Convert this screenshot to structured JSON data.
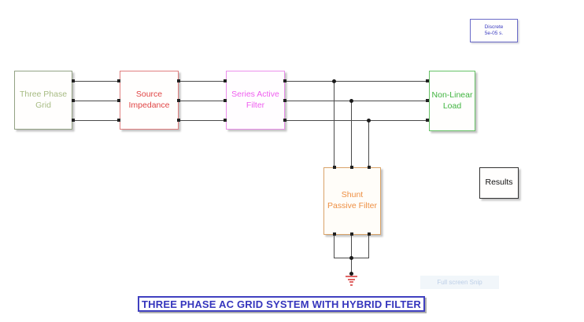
{
  "title_annotation": {
    "text": "THREE PHASE AC GRID SYSTEM WITH HYBRID FILTER",
    "color": "#3535bd"
  },
  "blocks": {
    "three_phase_grid": {
      "label": "Three Phase Grid",
      "text_color": "#a7bb83",
      "border_color": "#93a284"
    },
    "source_impedance": {
      "label": "Source Impedance",
      "text_color": "#e04545",
      "border_color": "#e07f7f"
    },
    "series_active_filter": {
      "label": "Series Active Filter",
      "text_color": "#ef5fef",
      "border_color": "#eb8feb"
    },
    "non_linear_load": {
      "label": "Non-Linear Load",
      "text_color": "#3fb43f",
      "border_color": "#66c266"
    },
    "shunt_passive_filter": {
      "label": "Shunt Passive Filter",
      "text_color": "#ee8f43",
      "border_color": "#d9a369"
    },
    "results": {
      "label": "Results",
      "text_color": "#111111",
      "border_color": "#333333"
    },
    "powergui": {
      "line1": "Discrete",
      "line2": "5e-05 s.",
      "text_color": "#3a3ac0",
      "border_color": "#6a6ac8"
    }
  },
  "ground": {
    "color": "#e06464"
  },
  "watermark": {
    "text": "Full screen Snip"
  }
}
